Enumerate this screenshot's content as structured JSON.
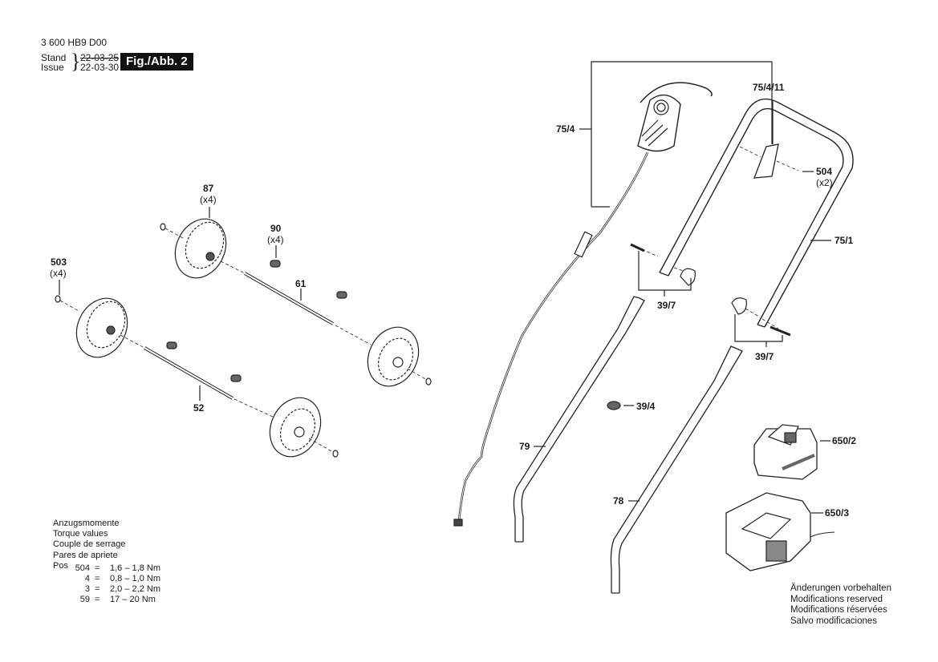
{
  "header": {
    "document_number": "3 600 HB9 D00",
    "stand_label": "Stand",
    "issue_label": "Issue",
    "stand_date": "22-03-25",
    "issue_date": "22-03-30",
    "figure_label": "Fig./Abb. 2"
  },
  "parts": [
    {
      "id": "87",
      "qty": "(x4)"
    },
    {
      "id": "90",
      "qty": "(x4)"
    },
    {
      "id": "503",
      "qty": "(x4)"
    },
    {
      "id": "61"
    },
    {
      "id": "52"
    },
    {
      "id": "75/4"
    },
    {
      "id": "75/4/11"
    },
    {
      "id": "504",
      "qty": "(x2)"
    },
    {
      "id": "75/1"
    },
    {
      "id": "39/7"
    },
    {
      "id": "39/7"
    },
    {
      "id": "39/4"
    },
    {
      "id": "79"
    },
    {
      "id": "78"
    },
    {
      "id": "650/2"
    },
    {
      "id": "650/3"
    }
  ],
  "torque": {
    "titles": [
      "Anzugsmomente",
      "Torque values",
      "Couple de serrage",
      "Pares de apriete"
    ],
    "pos_label": "Pos",
    "rows": [
      {
        "pos": "504",
        "eq": "=",
        "value": "1,6 – 1,8 Nm"
      },
      {
        "pos": "4",
        "eq": "=",
        "value": "0,8 – 1,0 Nm"
      },
      {
        "pos": "3",
        "eq": "=",
        "value": "2,0 – 2,2 Nm"
      },
      {
        "pos": "59",
        "eq": "=",
        "value": "17 – 20  Nm"
      }
    ]
  },
  "notice": [
    "Änderungen vorbehalten",
    "Modifications reserved",
    "Modifications réservées",
    "Salvo modificaciones"
  ]
}
